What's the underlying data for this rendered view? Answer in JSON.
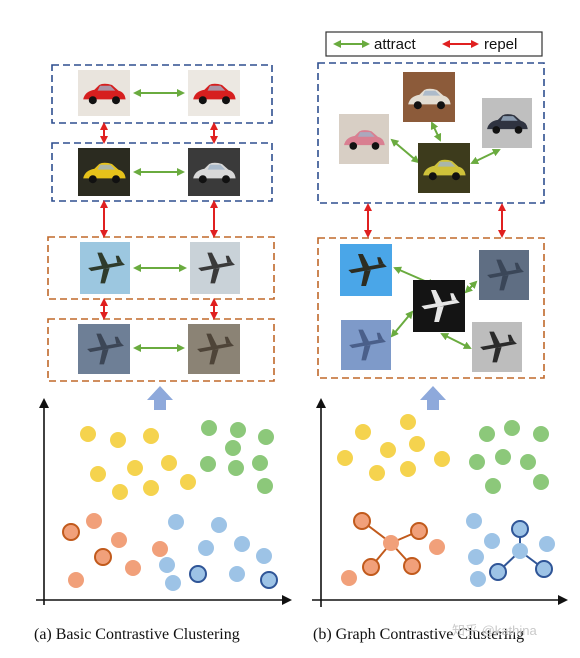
{
  "legend": {
    "attract_label": "attract",
    "repel_label": "repel",
    "attract_color": "#6aab3f",
    "repel_color": "#e02020"
  },
  "captions": {
    "left": "(a) Basic Contrastive Clustering",
    "right": "(b) Graph Contrastive Clustering"
  },
  "watermark": "知乎 @kathina",
  "colors": {
    "car_box": "#2f4f8f",
    "plane_box": "#c0682a",
    "yellow": "#f5d34e",
    "green": "#8cc87a",
    "orange": "#f1a07a",
    "blue": "#9dc3e6",
    "orange_edge": "#c15a1c",
    "blue_edge": "#2f5597",
    "up_arrow": "#8ea9db"
  },
  "icons": [
    "car-photo-icon",
    "airplane-photo-icon",
    "up-arrow-icon"
  ]
}
